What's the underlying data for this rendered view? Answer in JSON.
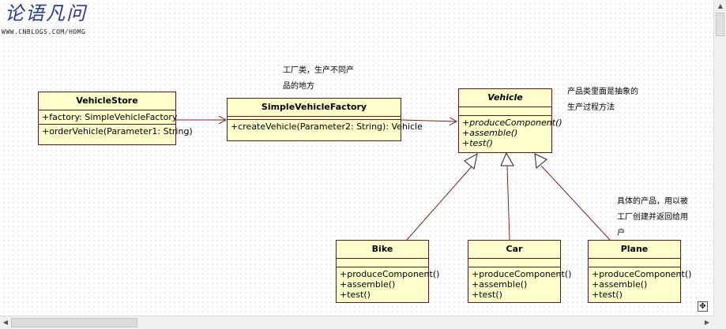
{
  "logo": {
    "text": "论语凡问",
    "url": "WWW.CNBLOGS.COM/HOMG"
  },
  "classes": {
    "store": {
      "name": "VehicleStore",
      "attributes": [
        "+factory: SimpleVehicleFactory"
      ],
      "operations": [
        "+orderVehicle(Parameter1: String)"
      ]
    },
    "factory": {
      "name": "SimpleVehicleFactory",
      "attributes": [],
      "operations": [
        "+createVehicle(Parameter2: String): Vehicle"
      ]
    },
    "vehicle": {
      "name": "Vehicle",
      "abstract": true,
      "attributes": [],
      "operations": [
        "+produceComponent()",
        "+assemble()",
        "+test()"
      ]
    },
    "bike": {
      "name": "Bike",
      "attributes": [],
      "operations": [
        "+produceComponent()",
        "+assemble()",
        "+test()"
      ]
    },
    "car": {
      "name": "Car",
      "attributes": [],
      "operations": [
        "+produceComponent()",
        "+assemble()",
        "+test()"
      ]
    },
    "plane": {
      "name": "Plane",
      "attributes": [],
      "operations": [
        "+produceComponent()",
        "+assemble()",
        "+test()"
      ]
    }
  },
  "notes": {
    "factory_note": [
      "工厂类，生产不同产",
      "品的地方"
    ],
    "vehicle_note": [
      "产品类里面是抽象的",
      "生产过程方法"
    ],
    "product_note": [
      "具体的产品，用以被",
      "工厂创建并返回给用",
      "户"
    ]
  },
  "colors": {
    "class_fill": "#ffffcc",
    "border": "#5a1a1a",
    "line": "#7a2020"
  }
}
